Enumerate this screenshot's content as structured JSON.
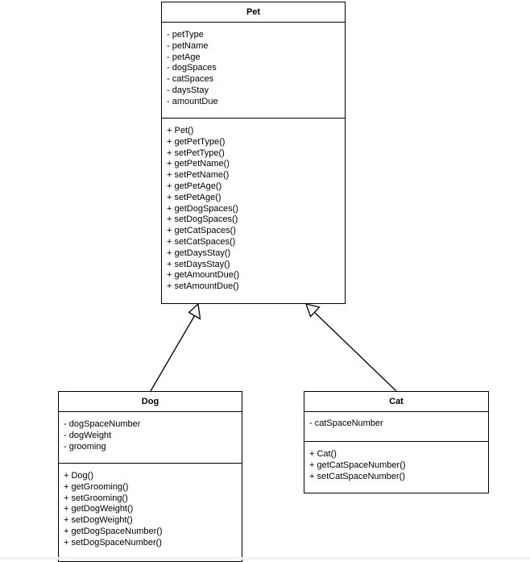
{
  "diagram": {
    "classes": {
      "pet": {
        "name": "Pet",
        "attributes": [
          "- petType",
          "- petName",
          "- petAge",
          "- dogSpaces",
          "- catSpaces",
          "- daysStay",
          "- amountDue"
        ],
        "methods": [
          "+ Pet()",
          "+ getPetType()",
          "+ setPetType()",
          "+ getPetName()",
          "+ setPetName()",
          "+ getPetAge()",
          "+ setPetAge()",
          "+ getDogSpaces()",
          "+ setDogSpaces()",
          "+ getCatSpaces()",
          "+ setCatSpaces()",
          "+ getDaysStay()",
          "+ setDaysStay()",
          "+ getAmountDue()",
          "+ setAmountDue()"
        ]
      },
      "dog": {
        "name": "Dog",
        "attributes": [
          "- dogSpaceNumber",
          "- dogWeight",
          "- grooming"
        ],
        "methods": [
          "+ Dog()",
          "+ getGrooming()",
          "+ setGrooming()",
          "+ getDogWeight()",
          "+ setDogWeight()",
          "+ getDogSpaceNumber()",
          "+ setDogSpaceNumber()"
        ]
      },
      "cat": {
        "name": "Cat",
        "attributes": [
          "- catSpaceNumber"
        ],
        "methods": [
          "+ Cat()",
          "+ getCatSpaceNumber()",
          "+ setCatSpaceNumber()"
        ]
      }
    },
    "relationships": [
      {
        "type": "inheritance",
        "from": "Dog",
        "to": "Pet"
      },
      {
        "type": "inheritance",
        "from": "Cat",
        "to": "Pet"
      }
    ],
    "colors": {
      "stroke": "#000000",
      "fill": "#ffffff"
    }
  }
}
